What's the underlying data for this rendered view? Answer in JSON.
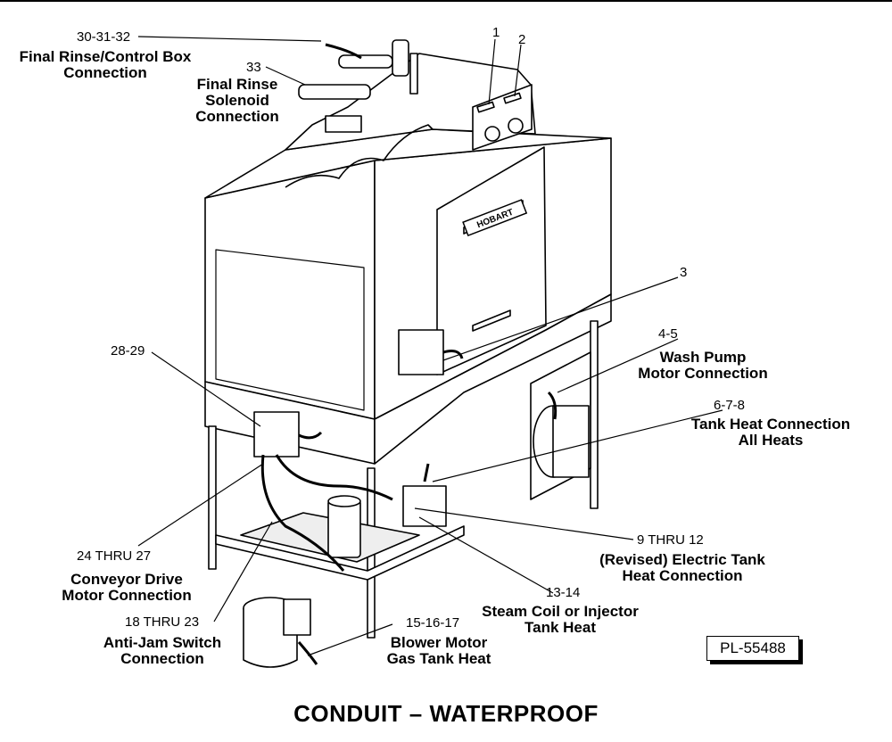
{
  "callouts": {
    "c30": {
      "num": "30-31-32",
      "label": [
        "Final Rinse/Control Box",
        "Connection"
      ]
    },
    "c33": {
      "num": "33",
      "label": [
        "Final Rinse",
        "Solenoid",
        "Connection"
      ]
    },
    "c1": {
      "num": "1"
    },
    "c2": {
      "num": "2"
    },
    "c3": {
      "num": "3"
    },
    "c45": {
      "num": "4-5",
      "label": [
        "Wash Pump",
        "Motor Connection"
      ]
    },
    "c678": {
      "num": "6-7-8",
      "label": [
        "Tank Heat Connection",
        "All Heats"
      ]
    },
    "c2829": {
      "num": "28-29"
    },
    "c24": {
      "num": "24 THRU 27",
      "label": [
        "Conveyor Drive",
        "Motor Connection"
      ]
    },
    "c9": {
      "num": "9 THRU 12",
      "label": [
        "(Revised) Electric Tank",
        "Heat Connection"
      ]
    },
    "c1314": {
      "num": "13-14",
      "label": [
        "Steam Coil or Injector",
        "Tank Heat"
      ]
    },
    "c18": {
      "num": "18 THRU 23",
      "label": [
        "Anti-Jam Switch",
        "Connection"
      ]
    },
    "c15": {
      "num": "15-16-17",
      "label": [
        "Blower Motor",
        "Gas Tank Heat"
      ]
    }
  },
  "brand": "HOBART",
  "part_number": "PL-55488",
  "caption": "CONDUIT – WATERPROOF"
}
